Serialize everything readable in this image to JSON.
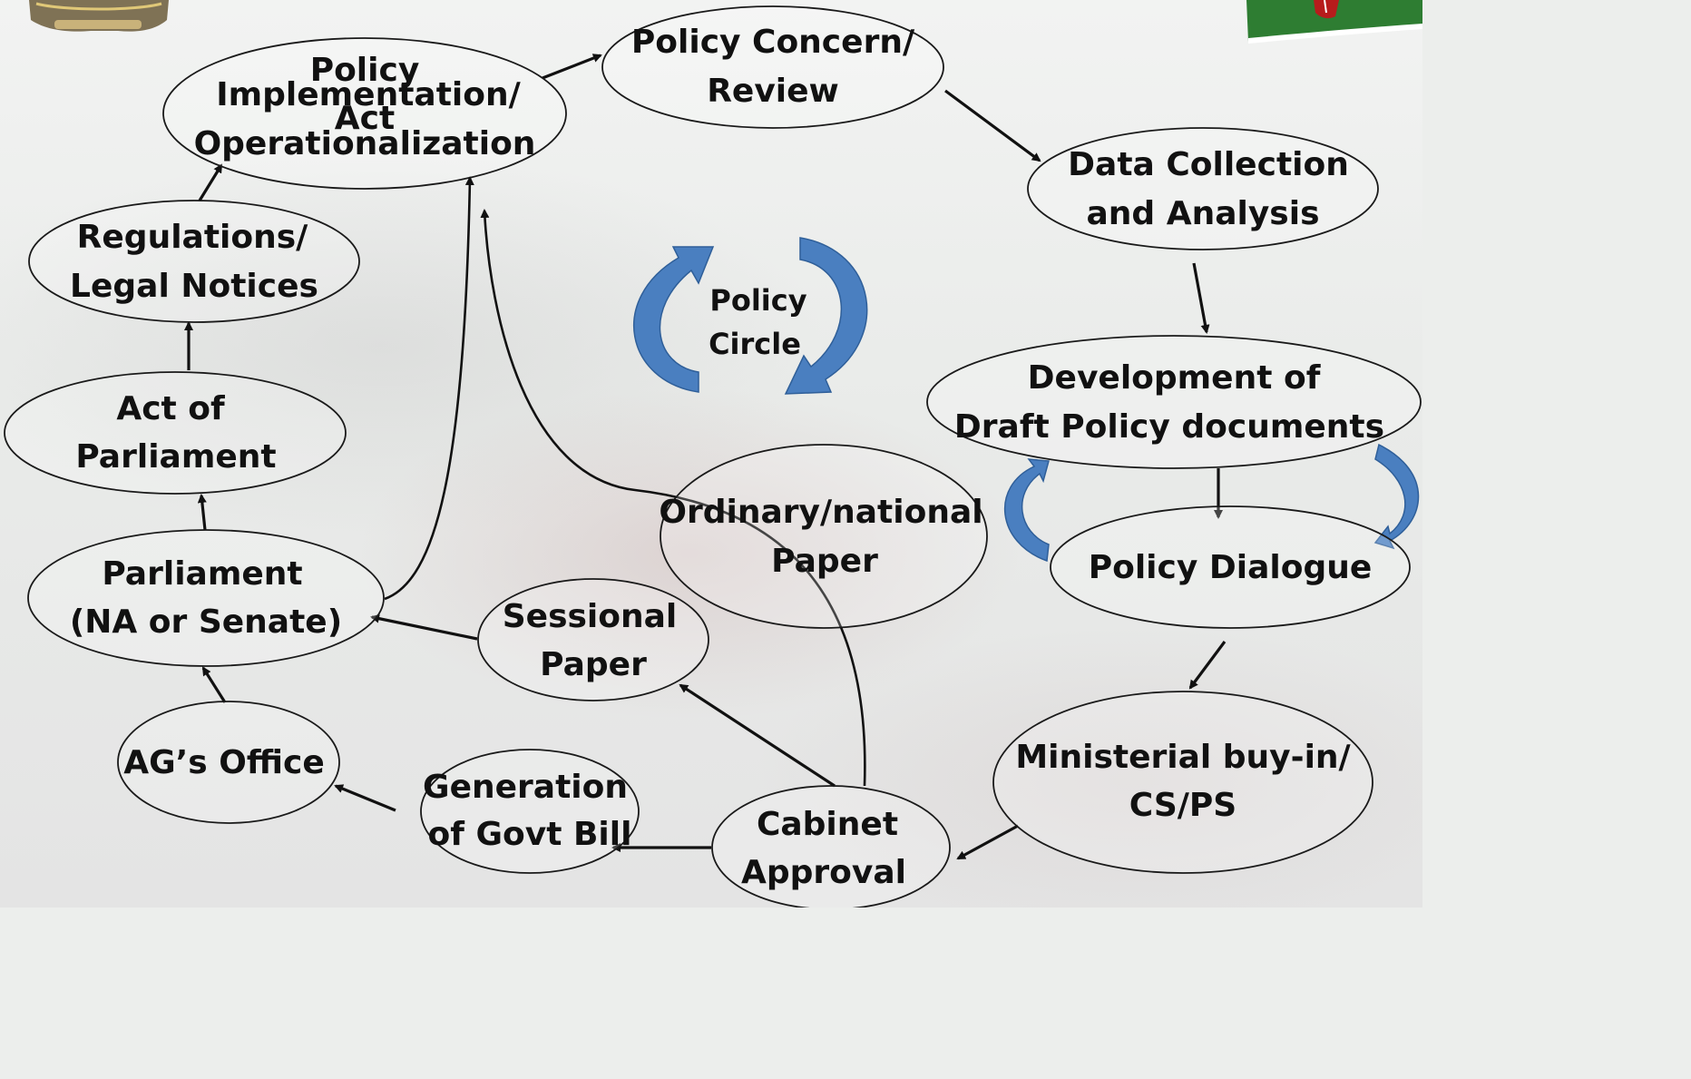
{
  "colors": {
    "arrow": "#111111",
    "cycle_arrow": "#4a7fc0",
    "flag_green": "#2e7d32",
    "emblem": "#6b5a3a"
  },
  "nodes": {
    "policy_implementation": [
      "Policy",
      "Implementation/",
      "Act",
      "Operationalization"
    ],
    "policy_concern": [
      "Policy Concern/",
      "Review"
    ],
    "data_collection": [
      "Data Collection",
      "and Analysis"
    ],
    "development_draft": [
      "Development of",
      "Draft Policy documents"
    ],
    "policy_dialogue": [
      "Policy Dialogue"
    ],
    "ministerial_buyin": [
      "Ministerial buy-in/",
      "CS/PS"
    ],
    "cabinet_approval": [
      "Cabinet",
      "Approval"
    ],
    "generation_govt_bill": [
      "Generation",
      "of Govt Bill"
    ],
    "ags_office": [
      "AG’s Office"
    ],
    "parliament": [
      "Parliament",
      "(NA or Senate)"
    ],
    "act_of_parliament": [
      "Act of",
      "Parliament"
    ],
    "regulations": [
      "Regulations/",
      "Legal Notices"
    ],
    "sessional_paper": [
      "Sessional",
      "Paper"
    ],
    "ordinary_paper": [
      "Ordinary/national",
      "Paper"
    ]
  },
  "center": {
    "line1": "Policy",
    "line2": "Circle"
  },
  "icons": {
    "top_left": "coat-of-arms-icon",
    "top_right": "kenya-flag-icon"
  }
}
